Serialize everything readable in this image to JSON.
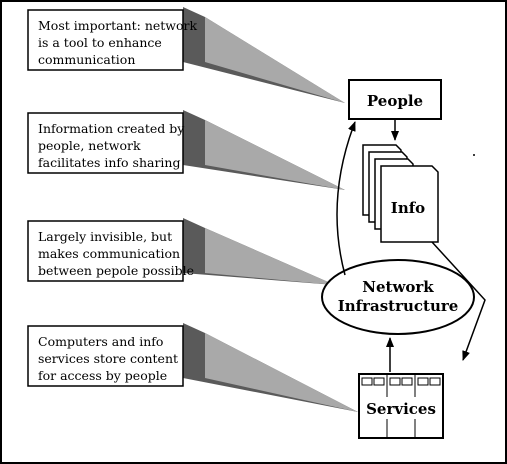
{
  "callouts": [
    {
      "lines": [
        "Most important: network",
        "is a tool to enhance",
        "communication"
      ]
    },
    {
      "lines": [
        "Information created by",
        "people, network",
        "facilitates info sharing"
      ]
    },
    {
      "lines": [
        "Largely invisible, but",
        "makes communication",
        "between pepole possible"
      ]
    },
    {
      "lines": [
        "Computers and info",
        "services store content",
        "for access by people"
      ]
    }
  ],
  "nodes": {
    "people": "People",
    "info": "Info",
    "infrastructure": [
      "Network",
      "Infrastructure"
    ],
    "services": "Services"
  },
  "colors": {
    "stroke": "#000000",
    "shadow_light": "#a9a9a9",
    "shadow_dark": "#5a5a5a",
    "background": "#ffffff"
  }
}
